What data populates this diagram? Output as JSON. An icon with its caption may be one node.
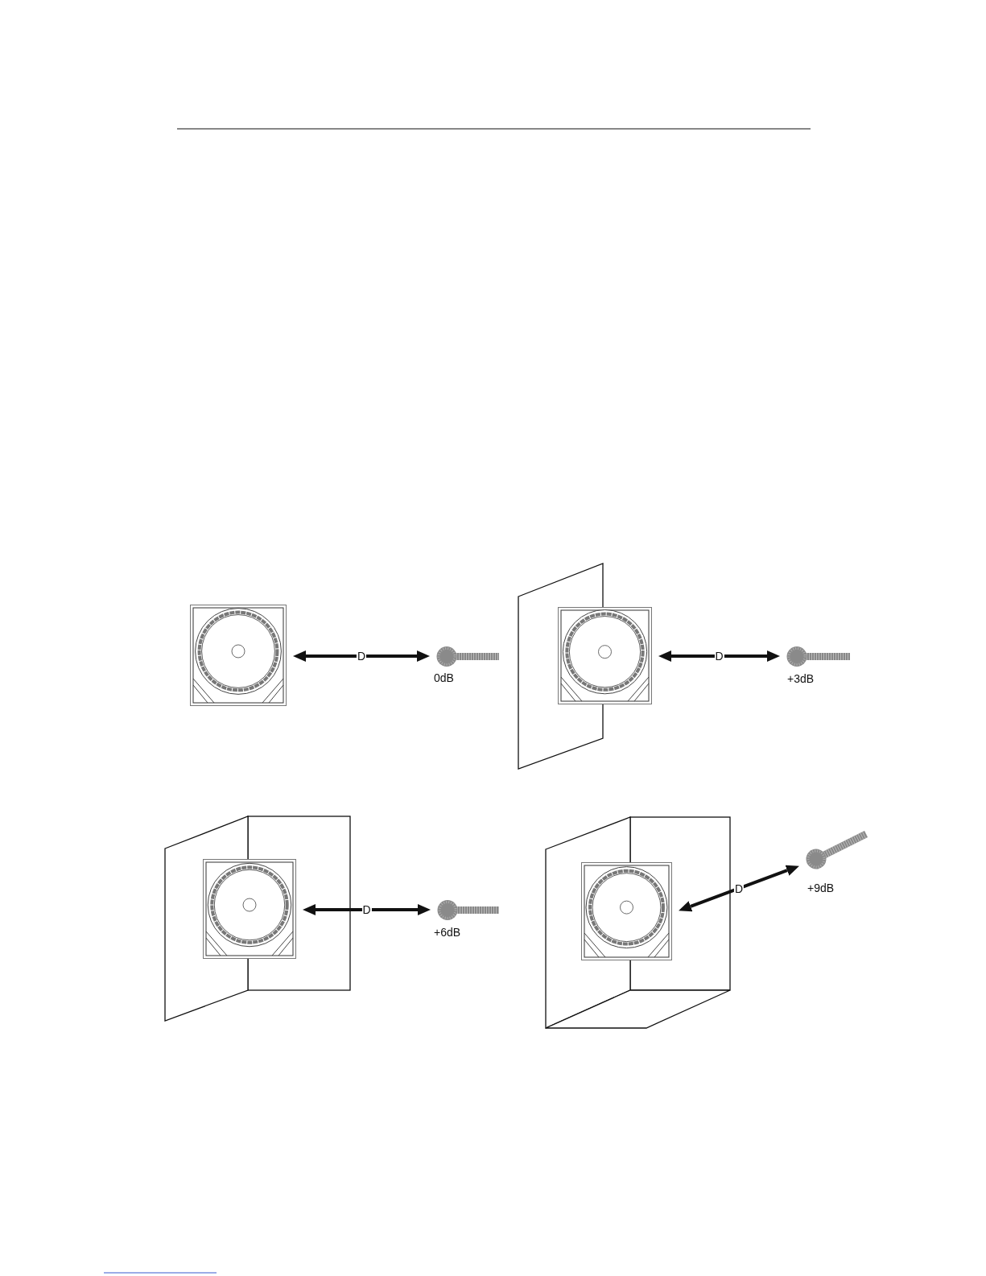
{
  "diagram": {
    "nodes": [
      {
        "text": [],
        "shape": "picture"
      },
      {
        "text": [],
        "shape": "picture",
        "beside": [
          "0dB"
        ]
      },
      {
        "text": [],
        "shape": "picture"
      },
      {
        "text": [],
        "shape": "picture",
        "beside": [
          "+3dB"
        ]
      },
      {
        "text": [],
        "shape": "picture"
      },
      {
        "text": [],
        "shape": "picture",
        "beside": [
          "+6dB"
        ]
      },
      {
        "text": [],
        "shape": "picture"
      },
      {
        "text": [],
        "shape": "picture",
        "beside": [
          "+9dB"
        ]
      }
    ],
    "edges": [
      {
        "from": 0,
        "to": 1,
        "arrow": "both",
        "label": "D"
      },
      {
        "from": 2,
        "to": 3,
        "arrow": "both",
        "label": "D"
      },
      {
        "from": 4,
        "to": 5,
        "arrow": "both",
        "label": "D"
      },
      {
        "from": 6,
        "to": 7,
        "arrow": "both",
        "label": "D"
      }
    ]
  }
}
